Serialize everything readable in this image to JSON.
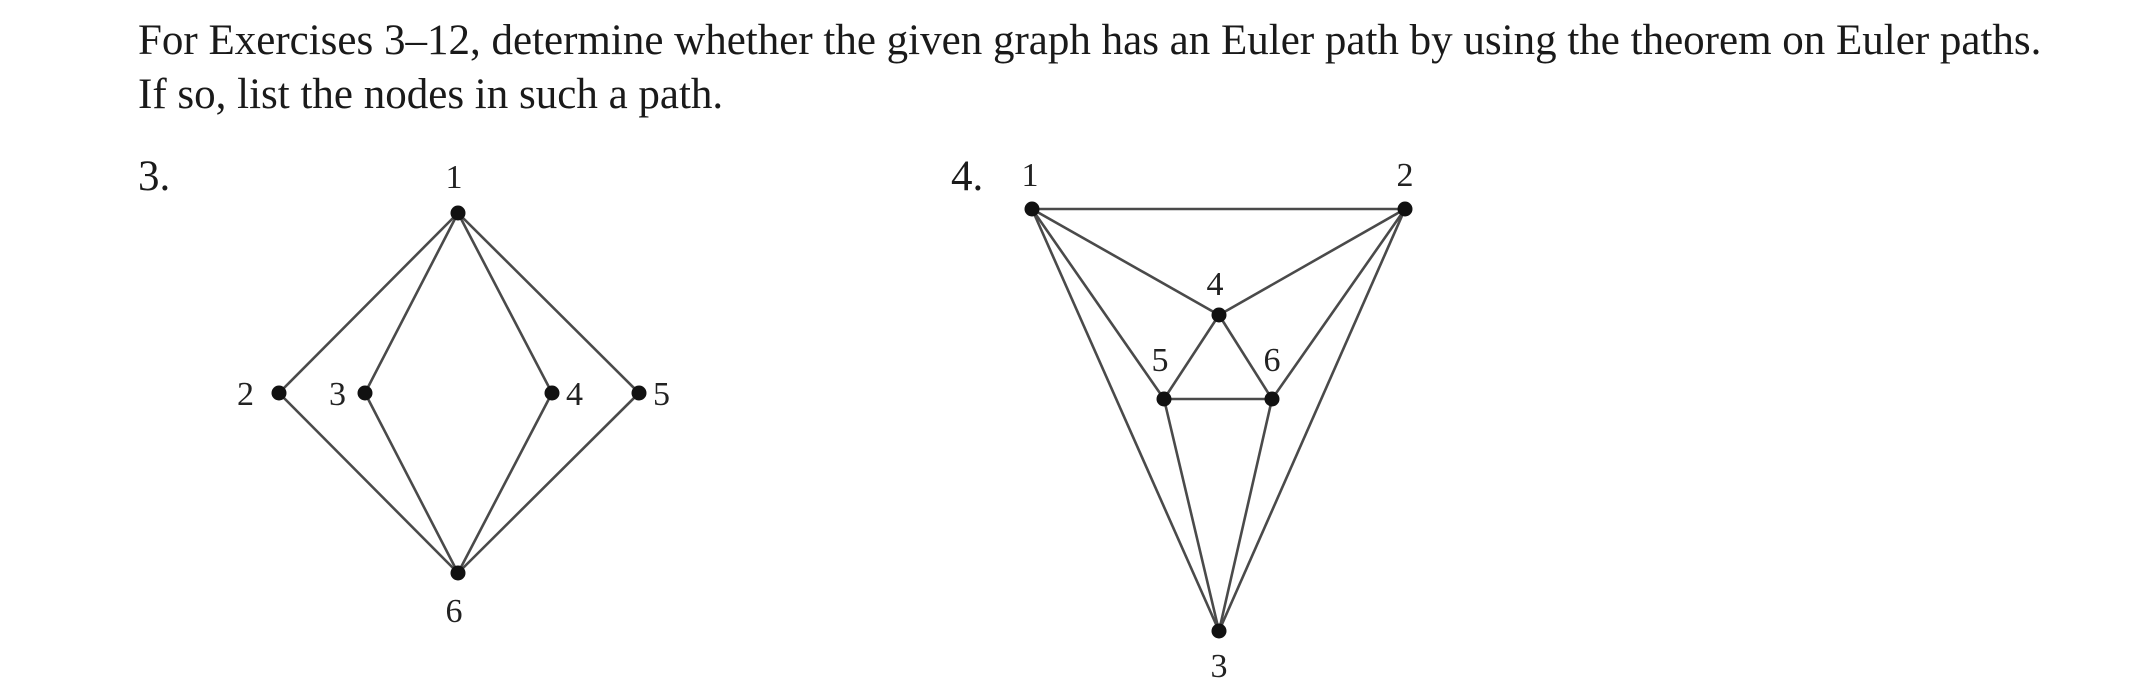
{
  "instructions": {
    "line1": "For Exercises 3–12, determine whether the given graph has an Euler path by using the theorem on Euler paths.",
    "line2": "If so, list the nodes in such a path."
  },
  "exercises": [
    {
      "number": "3.",
      "nodes": [
        {
          "id": "1",
          "label": "1"
        },
        {
          "id": "2",
          "label": "2"
        },
        {
          "id": "3",
          "label": "3"
        },
        {
          "id": "4",
          "label": "4"
        },
        {
          "id": "5",
          "label": "5"
        },
        {
          "id": "6",
          "label": "6"
        }
      ],
      "edges": [
        [
          "1",
          "2"
        ],
        [
          "1",
          "3"
        ],
        [
          "1",
          "4"
        ],
        [
          "1",
          "5"
        ],
        [
          "2",
          "6"
        ],
        [
          "3",
          "6"
        ],
        [
          "4",
          "6"
        ],
        [
          "5",
          "6"
        ]
      ]
    },
    {
      "number": "4.",
      "nodes": [
        {
          "id": "1",
          "label": "1"
        },
        {
          "id": "2",
          "label": "2"
        },
        {
          "id": "3",
          "label": "3"
        },
        {
          "id": "4",
          "label": "4"
        },
        {
          "id": "5",
          "label": "5"
        },
        {
          "id": "6",
          "label": "6"
        }
      ],
      "edges": [
        [
          "1",
          "2"
        ],
        [
          "1",
          "3"
        ],
        [
          "2",
          "3"
        ],
        [
          "1",
          "4"
        ],
        [
          "2",
          "4"
        ],
        [
          "1",
          "5"
        ],
        [
          "2",
          "6"
        ],
        [
          "4",
          "5"
        ],
        [
          "4",
          "6"
        ],
        [
          "5",
          "6"
        ],
        [
          "3",
          "5"
        ],
        [
          "3",
          "6"
        ]
      ]
    }
  ]
}
